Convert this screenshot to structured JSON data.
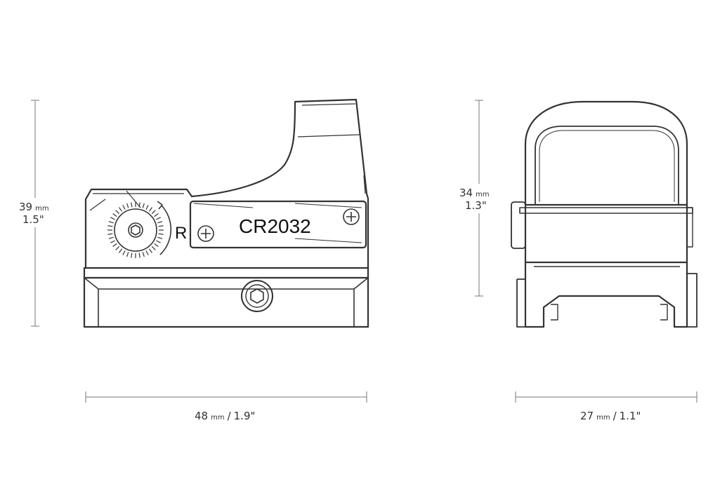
{
  "front_view": {
    "battery_label": "CR2032",
    "dial_letter": "R"
  },
  "dimensions": {
    "height_front": {
      "value": "39",
      "unit": "mm",
      "inch": "1.5\""
    },
    "height_side": {
      "value": "34",
      "unit": "mm",
      "inch": "1.3\""
    },
    "width_front": {
      "value": "48",
      "unit": "mm",
      "separator": "/",
      "inch": "1.9\""
    },
    "width_side": {
      "value": "27",
      "unit": "mm",
      "separator": "/",
      "inch": "1.1\""
    }
  },
  "colors": {
    "outline": "#333333",
    "thin_line": "#777777",
    "text": "#333333"
  }
}
